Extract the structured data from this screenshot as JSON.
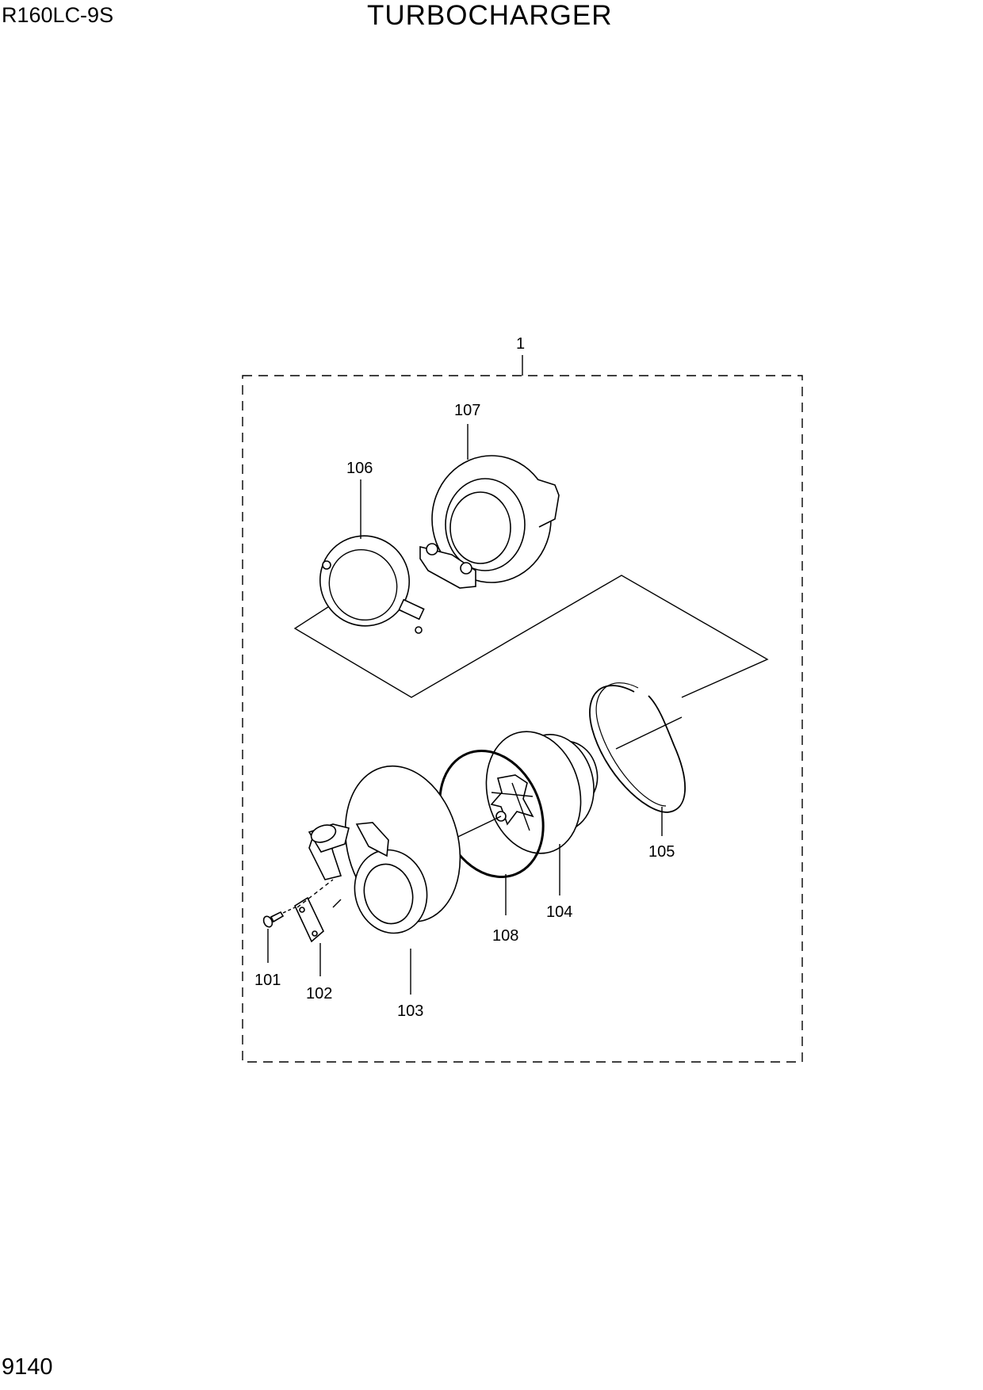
{
  "header": {
    "model": "R160LC-9S",
    "title": "TURBOCHARGER"
  },
  "page_number": "9140",
  "callouts": {
    "assembly": "1",
    "p101": "101",
    "p102": "102",
    "p103": "103",
    "p104": "104",
    "p105": "105",
    "p106": "106",
    "p107": "107",
    "p108": "108"
  }
}
